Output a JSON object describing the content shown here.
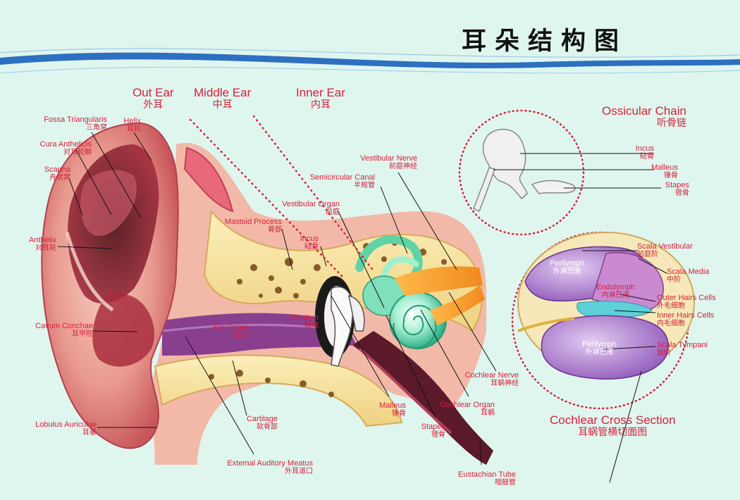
{
  "title": "耳朵结构图",
  "colors": {
    "label_red": "#d8203a",
    "background": "#dff6ef",
    "band_blue": "#2d6fc0",
    "flesh": "#f4c3b6",
    "bone": "#f8e8a8",
    "canal_purple": "#8a3f8e",
    "perilymph": "#b88ad6"
  },
  "sections": {
    "out_ear": {
      "en": "Out Ear",
      "zh": "外耳"
    },
    "middle_ear": {
      "en": "Middle Ear",
      "zh": "中耳"
    },
    "inner_ear": {
      "en": "Inner Ear",
      "zh": "内耳"
    }
  },
  "labels": {
    "fossa_triangularis": {
      "en": "Fossa Triangularis",
      "zh": "三角窝"
    },
    "helix": {
      "en": "Helix",
      "zh": "耳轮"
    },
    "cura_anthelicis": {
      "en": "Cura Anthelicis",
      "zh": "对耳轮脚"
    },
    "scapha": {
      "en": "Scapha",
      "zh": "舟状窝"
    },
    "anthelix": {
      "en": "Anthelix",
      "zh": "对耳轮"
    },
    "cavum_conchae": {
      "en": "Cavum Conchae",
      "zh": "耳甲腔"
    },
    "lobulus_auriculae": {
      "en": "Lobulus Auriculae",
      "zh": "耳垂"
    },
    "mastoid_process": {
      "en": "Mastoid Process",
      "zh": "骨部"
    },
    "incus": {
      "en": "Incus",
      "zh": "砧骨"
    },
    "vestibular_organ": {
      "en": "Vestibular Organ",
      "zh": "前庭"
    },
    "semicircular_canal": {
      "en": "Semicircular Canal",
      "zh": "半规管"
    },
    "vestibular_nerve": {
      "en": "Vestibular Nerve",
      "zh": "前庭神经"
    },
    "ear_canal": {
      "en": "Ear Canal",
      "zh": "耳道"
    },
    "eardrun": {
      "en": "Eardrun",
      "zh": "鼓膜"
    },
    "cartilage": {
      "en": "Cartilage",
      "zh": "软骨部"
    },
    "external_auditory_meatus": {
      "en": "Extemal Auditory Meatus",
      "zh": "外耳道口"
    },
    "malleus": {
      "en": "Malleus",
      "zh": "锤骨"
    },
    "stapes": {
      "en": "Stapes",
      "zh": "镫骨"
    },
    "cochlear_organ": {
      "en": "Cochlear Organ",
      "zh": "耳蜗"
    },
    "cochlear_nerve": {
      "en": "Cochlear Nerve",
      "zh": "耳蜗神经"
    },
    "eustachian_tube": {
      "en": "Eustachian Tube",
      "zh": "咽鼓管"
    }
  },
  "ossicular_chain": {
    "title": {
      "en": "Ossicular Chain",
      "zh": "听骨链"
    },
    "incus": {
      "en": "Incus",
      "zh": "砧骨"
    },
    "malleus": {
      "en": "Malleus",
      "zh": "锤骨"
    },
    "stapes": {
      "en": "Stapes",
      "zh": "镫骨"
    }
  },
  "cochlear_cross_section": {
    "title": {
      "en": "Cochlear Cross Section",
      "zh": "耳蜗管横切面图"
    },
    "scala_vestibular": {
      "en": "Scala Vestibular",
      "zh": "前庭阶"
    },
    "scala_media": {
      "en": "Scala Media",
      "zh": "中阶"
    },
    "endolymph": {
      "en": "Endolymph",
      "zh": "内淋巴液"
    },
    "outer_hairs_cells": {
      "en": "Outer Hairs Cells",
      "zh": "外毛细胞"
    },
    "inner_hairs_cells": {
      "en": "Inner Hairs Cells",
      "zh": "内毛细胞"
    },
    "scala_tympani": {
      "en": "Scala Tympani",
      "zh": "鼓阶"
    },
    "perilymph_top": {
      "en": "Perilymph",
      "zh": "外淋巴液"
    },
    "perilymph_bottom": {
      "en": "Perilymph",
      "zh": "外淋巴液"
    }
  }
}
